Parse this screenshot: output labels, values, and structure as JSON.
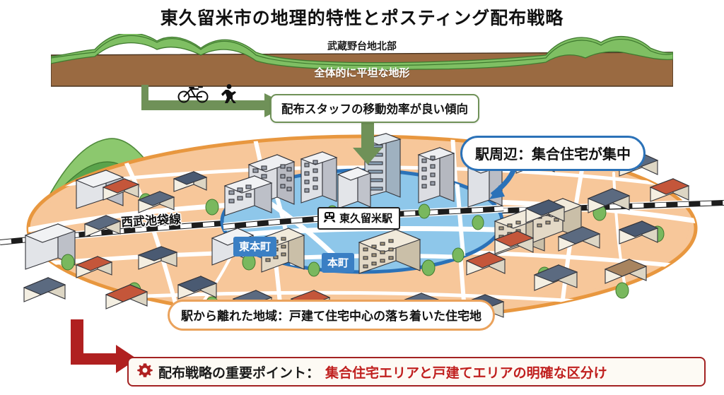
{
  "title": "東久留米市の地理的特性とポスティング配布戦略",
  "terrain": {
    "region_label": "武蔵野台地北部",
    "band_label": "全体的に平坦な地形",
    "hill_color": "#7fbf63",
    "soil_color": "#9a6a41",
    "mode_icons": [
      "bicycle-icon",
      "pedestrian-icon"
    ]
  },
  "callouts": {
    "green": {
      "text": "配布スタッフの移動効率が良い傾向",
      "color": "#6f9158"
    },
    "blue": {
      "text": "駅周辺：集合住宅が集中",
      "color": "#2b72b8"
    },
    "orange": {
      "text": "駅から離れた地域：戸建て住宅中心の落ち着いた住宅地",
      "color": "#eaa25c"
    }
  },
  "map": {
    "station": {
      "name": "東久留米駅",
      "icon": "train-icon"
    },
    "rail_line": "西武池袋線",
    "districts": [
      {
        "name": "東本町"
      },
      {
        "name": "本町"
      }
    ],
    "outer_zone_color": "#f5c089",
    "inner_zone_color": "#8ec7ea",
    "road_color": "#ffffff"
  },
  "banner": {
    "icon": "gear-icon",
    "label": "配布戦略の重要ポイント：",
    "highlight": "集合住宅エリアと戸建てエリアの明確な区分け",
    "accent_color": "#c0201f"
  }
}
